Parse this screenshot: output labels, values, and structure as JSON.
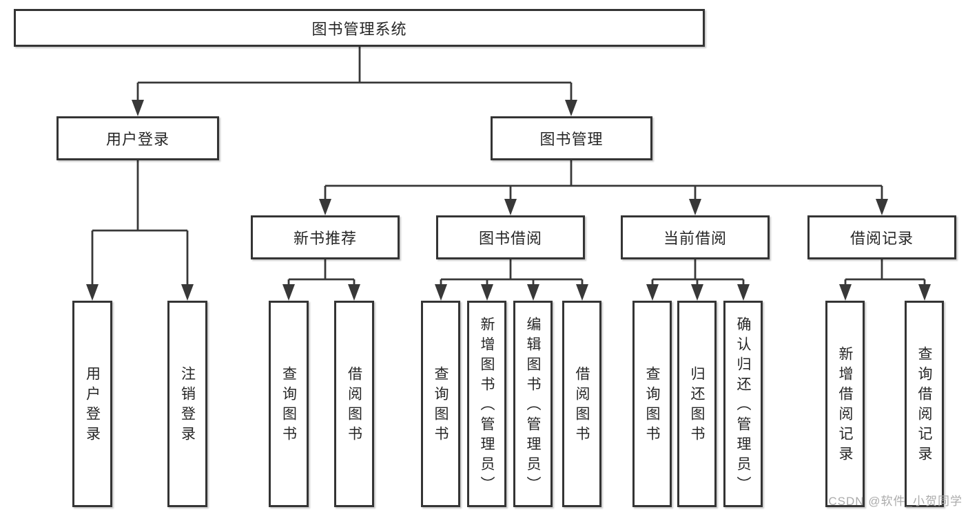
{
  "diagram": {
    "root": {
      "label": "图书管理系统"
    },
    "level2": [
      {
        "label": "用户登录"
      },
      {
        "label": "图书管理"
      }
    ],
    "level3": [
      {
        "label": "新书推荐"
      },
      {
        "label": "图书借阅"
      },
      {
        "label": "当前借阅"
      },
      {
        "label": "借阅记录"
      }
    ],
    "leaves": {
      "user_login": [
        {
          "label": "用户登录"
        },
        {
          "label": "注销登录"
        }
      ],
      "new_book_recommend": [
        {
          "label": "查询图书"
        },
        {
          "label": "借阅图书"
        }
      ],
      "book_borrow": [
        {
          "label": "查询图书"
        },
        {
          "label": "新增图书（管理员）"
        },
        {
          "label": "编辑图书（管理员）"
        },
        {
          "label": "借阅图书"
        }
      ],
      "current_borrow": [
        {
          "label": "查询图书"
        },
        {
          "label": "归还图书"
        },
        {
          "label": "确认归还（管理员）"
        }
      ],
      "borrow_records": [
        {
          "label": "新增借阅记录"
        },
        {
          "label": "查询借阅记录"
        }
      ]
    },
    "watermark": "CSDN @软件_小贺同学",
    "colors": {
      "line": "#383838",
      "text": "#262626",
      "watermark": "#ababab",
      "background": "#ffffff"
    }
  }
}
